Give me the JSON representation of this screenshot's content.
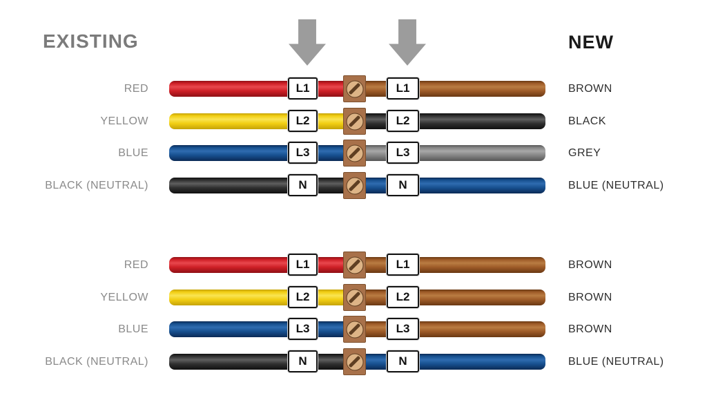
{
  "headers": {
    "existing": "EXISTING",
    "new": "NEW"
  },
  "arrow_color": "#9c9c9c",
  "colors": {
    "red": {
      "base": "#ce1f26",
      "light": "#e8474d",
      "dark": "#8f1016"
    },
    "yellow": {
      "base": "#f2ce13",
      "light": "#f9e452",
      "dark": "#c5a309"
    },
    "blue": {
      "base": "#17508f",
      "light": "#2f6cb0",
      "dark": "#0b2a55"
    },
    "black": {
      "base": "#303030",
      "light": "#5f5f5f",
      "dark": "#101010"
    },
    "brown": {
      "base": "#9e5b28",
      "light": "#b97c42",
      "dark": "#693812"
    },
    "grey": {
      "base": "#868686",
      "light": "#a8a8a8",
      "dark": "#555555"
    }
  },
  "connector": {
    "body": "#a8714a",
    "screw": "#ddb486",
    "slot": "#5f3f22",
    "border": "#7c4f2c"
  },
  "groups": [
    {
      "rows": [
        {
          "existing_label": "RED",
          "existing_color": "red",
          "terminal": "L1",
          "new_color": "brown",
          "new_label": "BROWN"
        },
        {
          "existing_label": "YELLOW",
          "existing_color": "yellow",
          "terminal": "L2",
          "new_color": "black",
          "new_label": "BLACK"
        },
        {
          "existing_label": "BLUE",
          "existing_color": "blue",
          "terminal": "L3",
          "new_color": "grey",
          "new_label": "GREY"
        },
        {
          "existing_label": "BLACK (NEUTRAL)",
          "existing_color": "black",
          "terminal": "N",
          "new_color": "blue",
          "new_label": "BLUE (NEUTRAL)"
        }
      ]
    },
    {
      "rows": [
        {
          "existing_label": "RED",
          "existing_color": "red",
          "terminal": "L1",
          "new_color": "brown",
          "new_label": "BROWN"
        },
        {
          "existing_label": "YELLOW",
          "existing_color": "yellow",
          "terminal": "L2",
          "new_color": "brown",
          "new_label": "BROWN"
        },
        {
          "existing_label": "BLUE",
          "existing_color": "blue",
          "terminal": "L3",
          "new_color": "brown",
          "new_label": "BROWN"
        },
        {
          "existing_label": "BLACK (NEUTRAL)",
          "existing_color": "black",
          "terminal": "N",
          "new_color": "blue",
          "new_label": "BLUE (NEUTRAL)"
        }
      ]
    }
  ]
}
